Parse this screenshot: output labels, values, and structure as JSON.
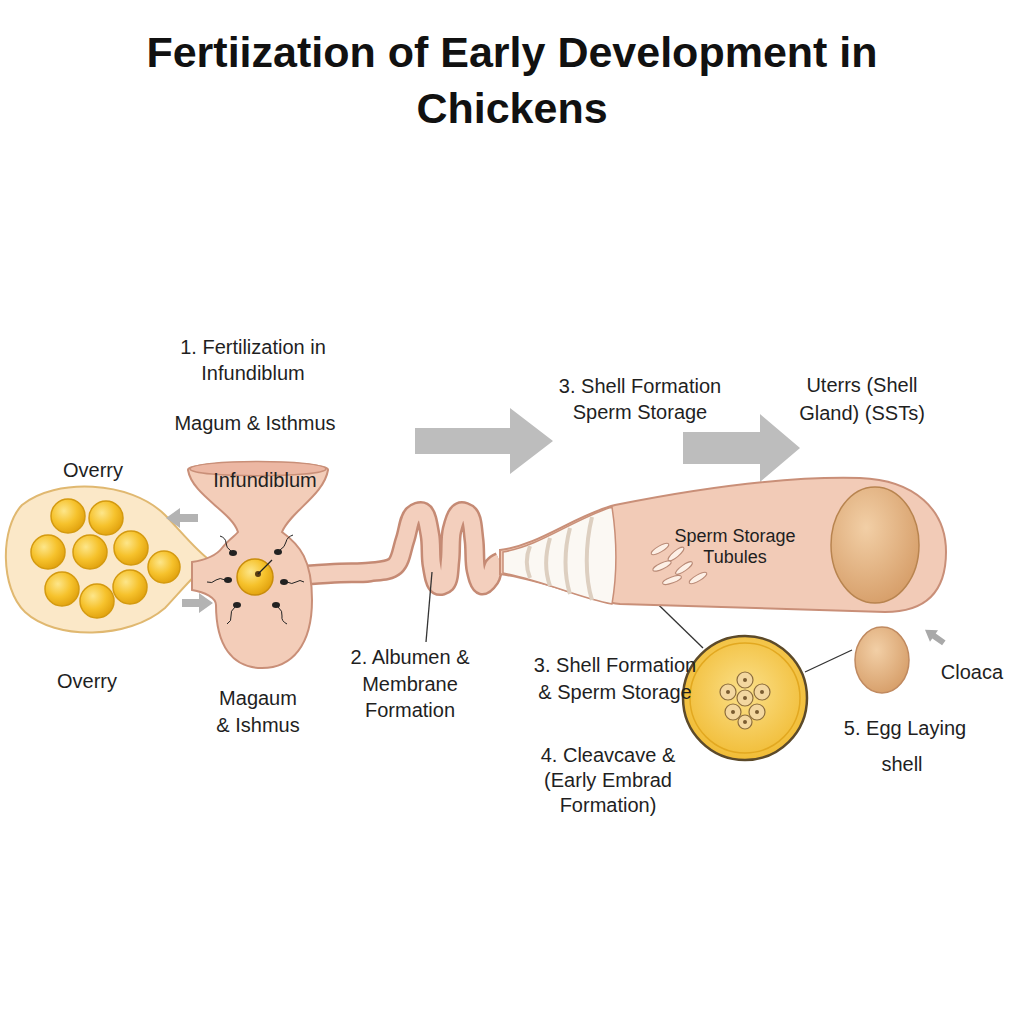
{
  "diagram": {
    "title": "Fertiization of Early Development in Chickens",
    "nodes": [
      {
        "text": [
          "Infundiblum"
        ]
      },
      {
        "text": [
          "Sperm Storage Tubules"
        ]
      }
    ],
    "edges": [
      {
        "from": 0,
        "to": 1,
        "arrow": "none"
      }
    ],
    "labels": [
      "1. Fertilization in Infundiblum",
      "3. Shell Formation Sperm Storage",
      "Uterrs (Shell Gland) (SSTs)",
      "Magum & Isthmus",
      "Overry",
      "Overry",
      "2. Albumen & Membrane Formation",
      "3. Shell Formation & Sperm Storage",
      "Cloaca",
      "Magaum & Ishmus",
      "5. Egg Laying",
      "4. Cleavcave & (Early Embrad Formation)",
      "shell"
    ]
  }
}
